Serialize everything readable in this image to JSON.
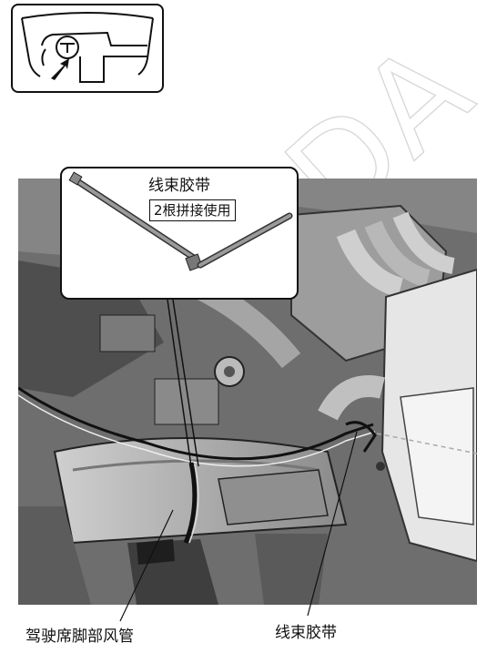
{
  "watermark": {
    "text": "HONDA"
  },
  "callout": {
    "title": "线束胶带",
    "note": "2根拼接使用"
  },
  "labels": {
    "duct": "驾驶席脚部风管",
    "tape": "线束胶带"
  }
}
